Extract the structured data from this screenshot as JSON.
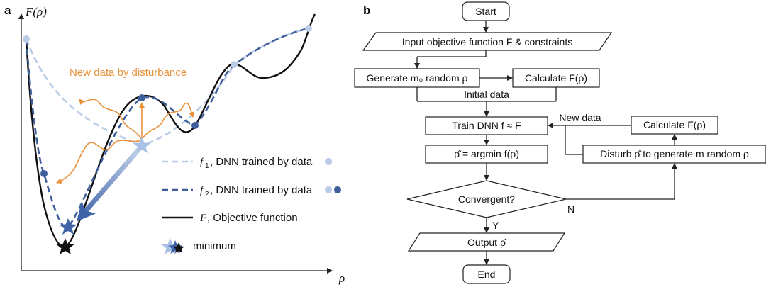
{
  "panel_a": {
    "panel_label": "a",
    "y_axis_label": "F(ρ)",
    "x_axis_label": "ρ",
    "annotation": "New data by disturbance",
    "legend": [
      {
        "symbol": "f",
        "sub": "1",
        "text": ", DNN trained by data"
      },
      {
        "symbol": "f",
        "sub": "2",
        "text": ", DNN trained by data"
      },
      {
        "symbol": "F",
        "sub": "",
        "text": ", Objective function"
      },
      {
        "symbol": "",
        "sub": "",
        "text": "minimum"
      }
    ],
    "colors": {
      "f1": "#b9cbe6",
      "f2": "#3e5f9c",
      "objective": "#111111",
      "disturbance": "#e8913a",
      "star_light": "#a9c1e6",
      "star_dark": "#3e63a8"
    }
  },
  "panel_b": {
    "panel_label": "b",
    "nodes": {
      "start": "Start",
      "input": "Input objective function F & constraints",
      "generate": "Generate m₀ random ρ",
      "calculate1": "Calculate F(ρ)",
      "initial_data": "Initial data",
      "train": "Train DNN f ≈ F",
      "new_data": "New data",
      "calculate2": "Calculate F(ρ)",
      "argmin": "ρ̂ = argmin f(ρ)",
      "disturb": "Disturb ρ̂ to generate m random ρ",
      "convergent": "Convergent?",
      "no": "N",
      "yes": "Y",
      "output": "Output ρ̂",
      "end": "End"
    }
  }
}
